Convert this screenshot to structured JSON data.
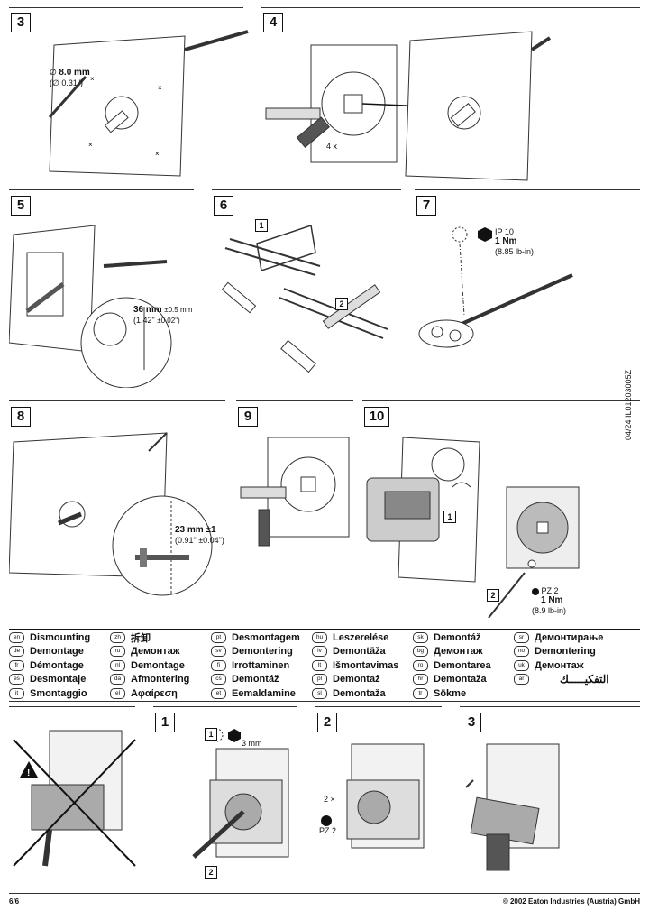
{
  "steps": {
    "s3": "3",
    "s4": "4",
    "s5": "5",
    "s6": "6",
    "s7": "7",
    "s8": "8",
    "s9": "9",
    "s10": "10",
    "d1": "1",
    "d2": "2",
    "d3": "3"
  },
  "step3": {
    "drill_metric": "8.0 mm",
    "drill_imperial": "(∅ 0.31\")",
    "diameter_symbol": "∅"
  },
  "step4": {
    "screws": "4 x"
  },
  "step5": {
    "dim_metric": "36 mm",
    "tol_metric": "±0.5 mm",
    "dim_imperial": "(1.42\"",
    "tol_imperial": "±0.02\")"
  },
  "step6": {
    "sub1": "1",
    "sub2": "2"
  },
  "step7": {
    "ip": "IP 10",
    "torque": "1 Nm",
    "torque_imperial": "(8.85 lb-in)"
  },
  "step8": {
    "dim_metric": "23 mm ±1",
    "dim_imperial": "(0.91\" ±0.04\")"
  },
  "step10": {
    "sub1": "1",
    "sub2": "2",
    "driver": "PZ 2",
    "torque": "1 Nm",
    "torque_imperial": "(8.9 lb-in)"
  },
  "languages": [
    {
      "code": "en",
      "label": "Dismounting"
    },
    {
      "code": "de",
      "label": "Demontage"
    },
    {
      "code": "fr",
      "label": "Démontage"
    },
    {
      "code": "es",
      "label": "Desmontaje"
    },
    {
      "code": "it",
      "label": "Smontaggio"
    },
    {
      "code": "zh",
      "label": "拆卸"
    },
    {
      "code": "ru",
      "label": "Демонтаж"
    },
    {
      "code": "nl",
      "label": "Demontage"
    },
    {
      "code": "da",
      "label": "Afmontering"
    },
    {
      "code": "el",
      "label": "Αφαίρεση"
    },
    {
      "code": "pt",
      "label": "Desmontagem"
    },
    {
      "code": "sv",
      "label": "Demontering"
    },
    {
      "code": "fi",
      "label": "Irrottaminen"
    },
    {
      "code": "cs",
      "label": "Demontáž"
    },
    {
      "code": "et",
      "label": "Eemaldamine"
    },
    {
      "code": "hu",
      "label": "Leszerelése"
    },
    {
      "code": "lv",
      "label": "Demontāža"
    },
    {
      "code": "lt",
      "label": "Išmontavimas"
    },
    {
      "code": "pl",
      "label": "Demontaż"
    },
    {
      "code": "sl",
      "label": "Demontaža"
    },
    {
      "code": "sk",
      "label": "Demontáž"
    },
    {
      "code": "bg",
      "label": "Демонтаж"
    },
    {
      "code": "ro",
      "label": "Demontarea"
    },
    {
      "code": "hr",
      "label": "Demontaža"
    },
    {
      "code": "tr",
      "label": "Sökme"
    },
    {
      "code": "sr",
      "label": "Демонтирање"
    },
    {
      "code": "no",
      "label": "Demontering"
    },
    {
      "code": "uk",
      "label": "Демонтаж"
    },
    {
      "code": "ar",
      "label": "التفكيـــــك"
    }
  ],
  "dismount": {
    "hex_size": "3 mm",
    "screws": "2 ×",
    "driver": "PZ 2"
  },
  "doc_code": "04/24 IL01203005Z",
  "footer": {
    "page": "6/6",
    "copyright": "© 2002 Eaton Industries (Austria) GmbH"
  }
}
